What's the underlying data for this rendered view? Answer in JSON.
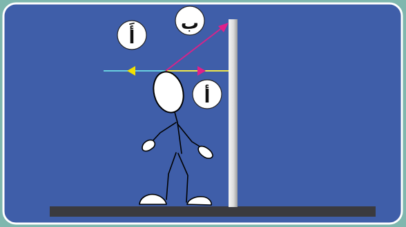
{
  "labels": {
    "top_label": "ب",
    "left_label": "أَ",
    "right_label": "أ"
  },
  "colors": {
    "outer_frame": "#7fb7ae",
    "panel": "#3f5ea9",
    "panel_border": "#ffffff",
    "floor": "#3a3a3f",
    "post_light": "#f2f2f2",
    "post_dark": "#a8a8a8",
    "incident_ray": "#f2e84a",
    "reflected_ray": "#6ad0e0",
    "diagonal_ray": "#d6248a",
    "arrow_yellow": "#f2e000",
    "arrow_magenta": "#e0208a",
    "figure_fill": "#ffffff",
    "figure_stroke": "#000000"
  },
  "icons": {
    "figure": "stick-figure-person",
    "wall": "vertical-post"
  }
}
